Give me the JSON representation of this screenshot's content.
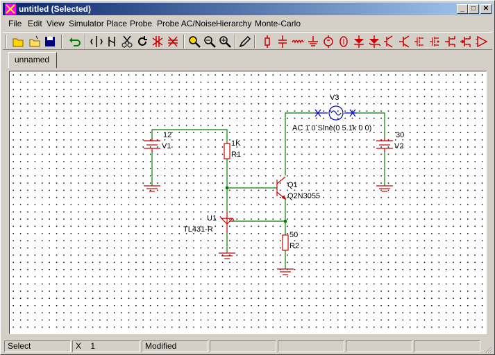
{
  "window": {
    "title": "untitled (Selected)",
    "controls": {
      "minimize": "_",
      "maximize": "□",
      "close": "✕"
    }
  },
  "menu": {
    "items": [
      {
        "label": "File"
      },
      {
        "label": "Edit"
      },
      {
        "label": "View"
      },
      {
        "label": "Simulator"
      },
      {
        "label": "Place"
      },
      {
        "label": "Probe"
      },
      {
        "label": "Probe AC/Noise"
      },
      {
        "label": "Hierarchy"
      },
      {
        "label": "Monte-Carlo"
      }
    ]
  },
  "tabs": [
    {
      "label": "unnamed"
    }
  ],
  "schematic": {
    "v1": {
      "name": "V1",
      "value": "12"
    },
    "v2": {
      "name": "V2",
      "value": "30"
    },
    "v3": {
      "name": "V3",
      "value": "AC 1 0 Sine(0 5.1k 0 0)"
    },
    "r1": {
      "name": "R1",
      "value": "1K"
    },
    "r2": {
      "name": "R2",
      "value": "50"
    },
    "q1": {
      "name": "Q1",
      "value": "Q2N3055"
    },
    "u1": {
      "name": "U1",
      "value": "TL431-R"
    }
  },
  "status": {
    "mode": "Select",
    "x_label": "X",
    "x_value": "1",
    "state": "Modified"
  },
  "colors": {
    "wire": "#008000",
    "component": "#cc0000",
    "ac_source": "#0000cc",
    "title_start": "#0a246a",
    "title_end": "#a6caf0"
  }
}
